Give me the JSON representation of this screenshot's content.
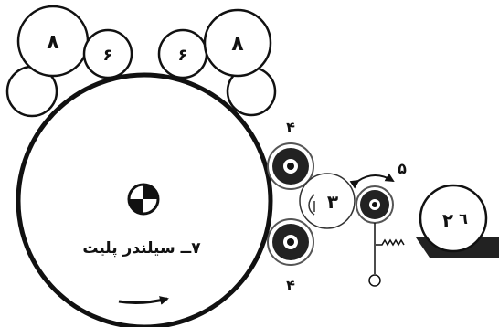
{
  "labels": {
    "form_roller_left": "۸",
    "vibrator_left": "۶",
    "vibrator_right": "۶",
    "form_roller_right": "۸",
    "dampening_roller_top": "۴",
    "dampening_roller_bottom": "۴",
    "transfer_roller": "۳",
    "ductor_roller": "۵",
    "fountain_roller": "۲",
    "fountain_marker": "٦",
    "plate_cylinder": "۷ــ سیلندر پلیت"
  }
}
